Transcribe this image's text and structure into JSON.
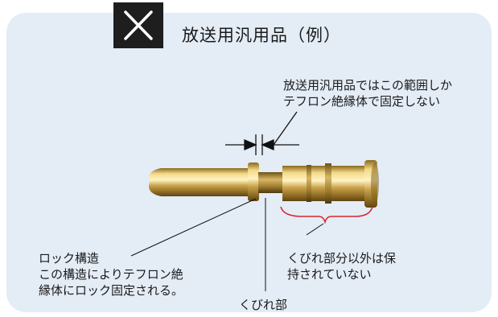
{
  "header": {
    "title": "放送用汎用品（例）",
    "mark_icon": "cross-mark-icon"
  },
  "labels": {
    "note_top_1": "放送用汎用品ではこの範囲しか",
    "note_top_2": "テフロン絶縁体で固定しない",
    "lock_1": "ロック構造",
    "lock_2": "この構造によりテフロン絶",
    "lock_3": "縁体にロック固定される。",
    "neck": "くびれ部",
    "other_1": "くびれ部分以外は保",
    "other_2": "持されていない"
  },
  "colors": {
    "panel": "#e4ecf6",
    "brace": "#d8262c",
    "pin_gold": "#c9a24a"
  }
}
